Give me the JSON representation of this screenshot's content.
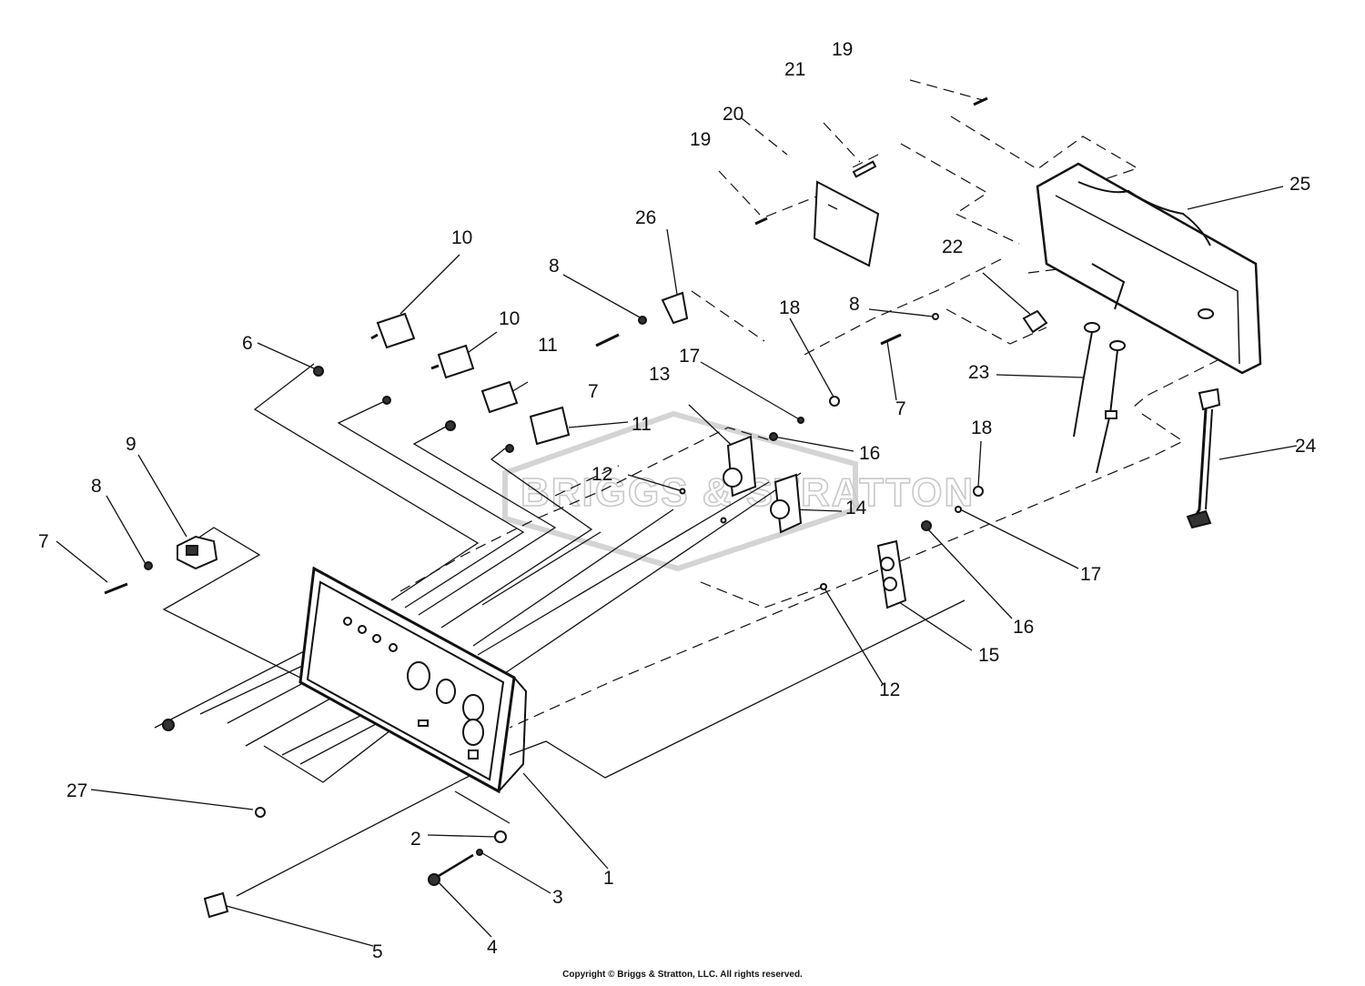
{
  "watermark": "BRIGGS & STRATTON",
  "copyright": "Copyright © Briggs & Stratton, LLC. All rights reserved.",
  "callouts": [
    {
      "id": "c-19-top",
      "text": "19"
    },
    {
      "id": "c-21",
      "text": "21"
    },
    {
      "id": "c-20",
      "text": "20"
    },
    {
      "id": "c-19-mid",
      "text": "19"
    },
    {
      "id": "c-25",
      "text": "25"
    },
    {
      "id": "c-26",
      "text": "26"
    },
    {
      "id": "c-10-a",
      "text": "10"
    },
    {
      "id": "c-10-b",
      "text": "10"
    },
    {
      "id": "c-8-a",
      "text": "8"
    },
    {
      "id": "c-22",
      "text": "22"
    },
    {
      "id": "c-8-b",
      "text": "8"
    },
    {
      "id": "c-18-a",
      "text": "18"
    },
    {
      "id": "c-6",
      "text": "6"
    },
    {
      "id": "c-11-a",
      "text": "11"
    },
    {
      "id": "c-7-a",
      "text": "7"
    },
    {
      "id": "c-17-a",
      "text": "17"
    },
    {
      "id": "c-13",
      "text": "13"
    },
    {
      "id": "c-7-b",
      "text": "7"
    },
    {
      "id": "c-23",
      "text": "23"
    },
    {
      "id": "c-11-b",
      "text": "11"
    },
    {
      "id": "c-18-b",
      "text": "18"
    },
    {
      "id": "c-24",
      "text": "24"
    },
    {
      "id": "c-16-a",
      "text": "16"
    },
    {
      "id": "c-9",
      "text": "9"
    },
    {
      "id": "c-12-a",
      "text": "12"
    },
    {
      "id": "c-14",
      "text": "14"
    },
    {
      "id": "c-8-c",
      "text": "8"
    },
    {
      "id": "c-7-c",
      "text": "7"
    },
    {
      "id": "c-17-b",
      "text": "17"
    },
    {
      "id": "c-16-b",
      "text": "16"
    },
    {
      "id": "c-15",
      "text": "15"
    },
    {
      "id": "c-12-b",
      "text": "12"
    },
    {
      "id": "c-27",
      "text": "27"
    },
    {
      "id": "c-2",
      "text": "2"
    },
    {
      "id": "c-1",
      "text": "1"
    },
    {
      "id": "c-3",
      "text": "3"
    },
    {
      "id": "c-4",
      "text": "4"
    },
    {
      "id": "c-5",
      "text": "5"
    }
  ]
}
